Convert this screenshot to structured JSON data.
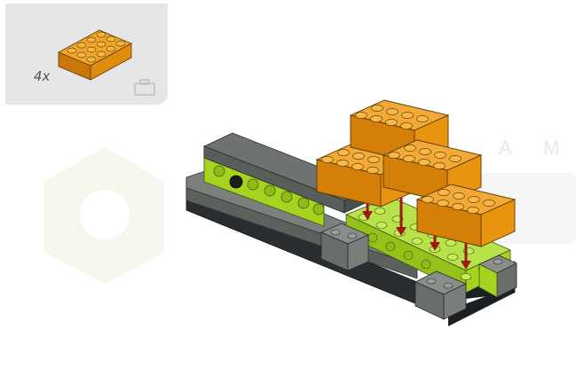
{
  "parts_panel": {
    "quantity_label": "4x",
    "part_icon": "orange-2x4-brick-icon",
    "bag_icon": "parts-bag-icon"
  },
  "watermark": {
    "letters": [
      "A",
      "M"
    ]
  },
  "colors": {
    "orange_brick": "#e8940e",
    "lime_technic": "#a5d420",
    "dark_gray": "#6f736f",
    "black_base": "#1f2326",
    "arrow_red": "#9b1b12",
    "panel_bg": "#e6e6e6"
  }
}
